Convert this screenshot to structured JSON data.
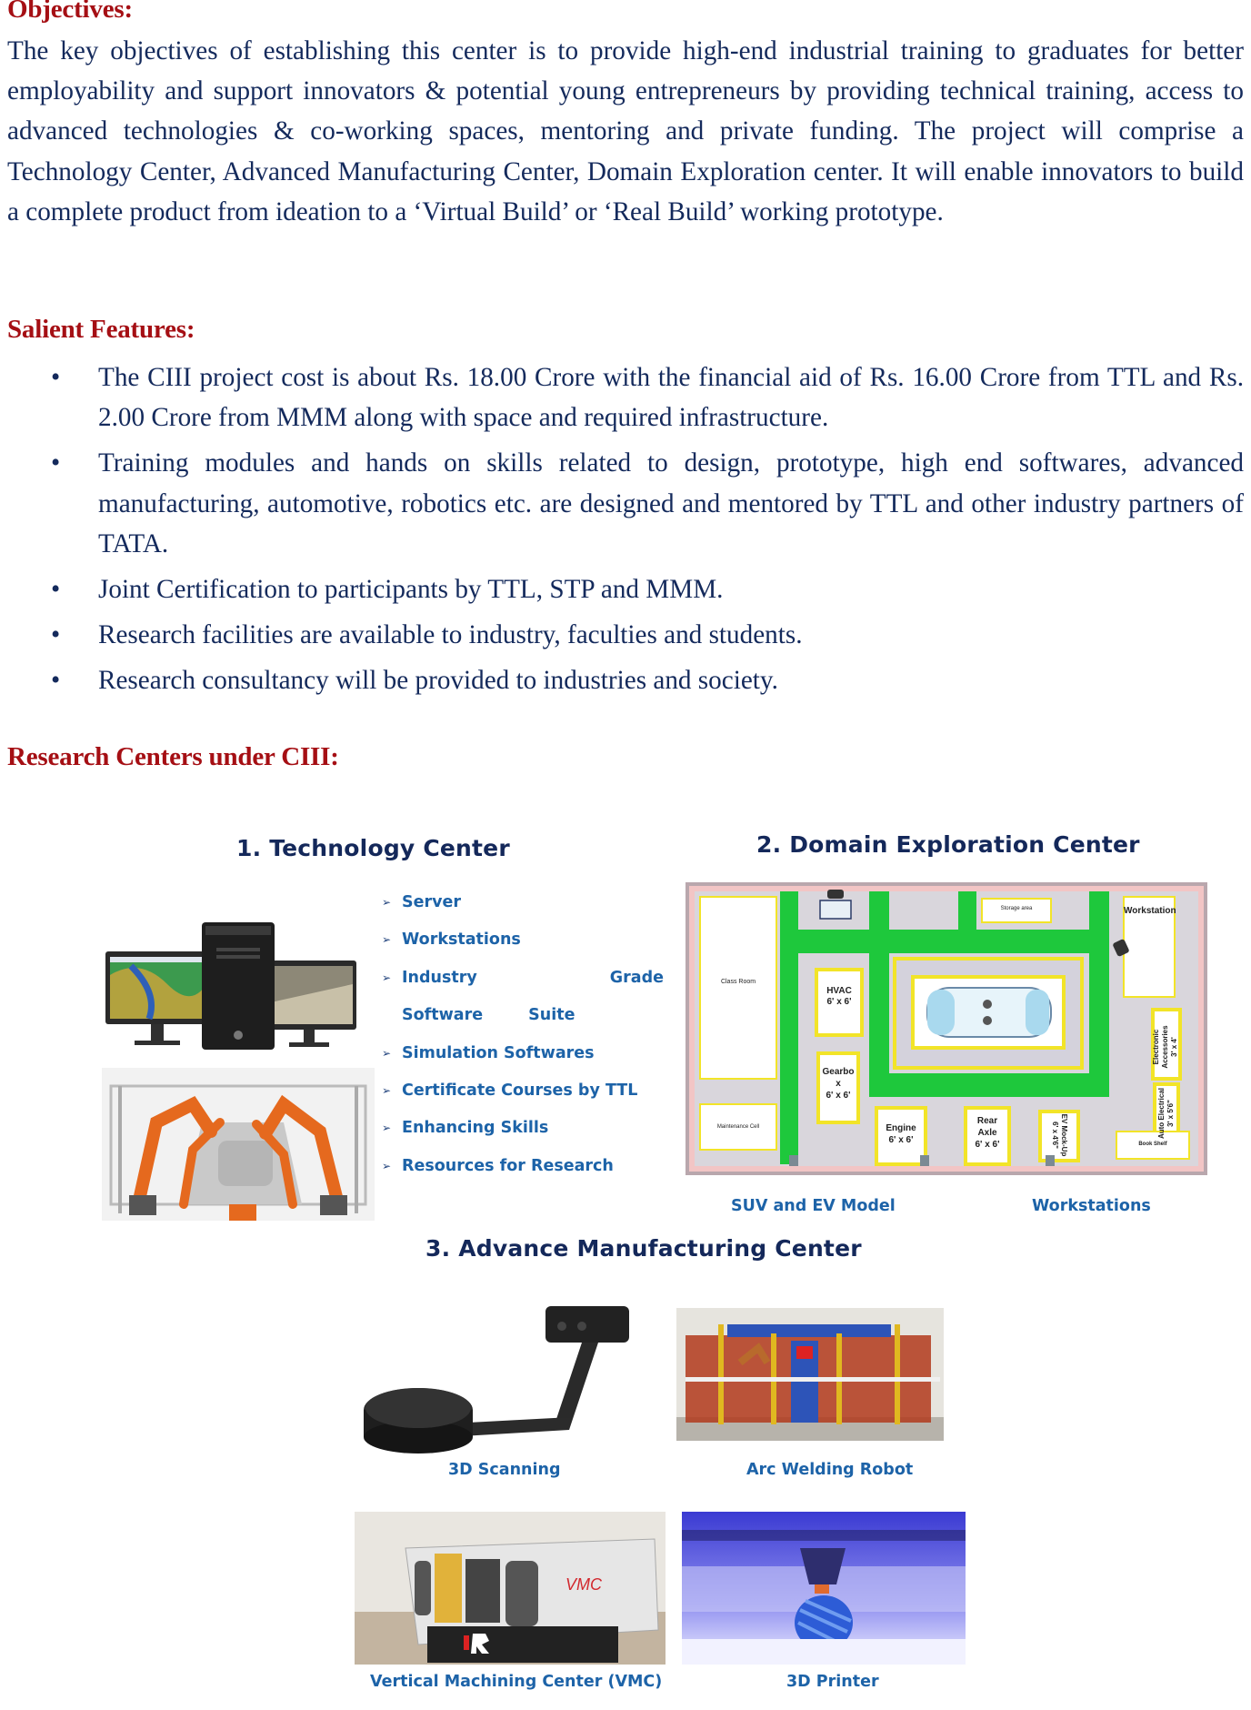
{
  "objectives": {
    "heading": "Objectives:",
    "text": "The key objectives of establishing this center is to provide high-end industrial training to graduates for better employability and support innovators & potential young entrepreneurs by providing technical training, access to advanced technologies & co-working spaces, mentoring and private funding. The project will comprise a Technology Center, Advanced Manufacturing Center, Domain Exploration center. It will enable innovators to build a complete product from ideation to a ‘Virtual Build’ or ‘Real Build’ working prototype."
  },
  "salient_features": {
    "heading": "Salient Features:",
    "bullet_glyph": "•",
    "items": [
      "The CIII project cost is about Rs. 18.00 Crore with the financial aid of Rs. 16.00 Crore from TTL and Rs. 2.00 Crore from MMM along with space and required infrastructure.",
      "Training modules and hands on skills related to design, prototype, high end softwares, advanced manufacturing, automotive, robotics etc. are designed and mentored by TTL and other industry partners of TATA.",
      "Joint Certification to participants by TTL, STP and MMM.",
      "Research facilities are available to industry, faculties and students.",
      "Research consultancy will be provided to industries and society."
    ]
  },
  "research_centers": {
    "heading": "Research Centers under CIII:",
    "technology_center": {
      "title": "1. Technology Center",
      "arrow_glyph": "➢",
      "items": [
        "Server",
        "Workstations",
        "Industry Grade Software Suite",
        "Simulation Softwares",
        "Certificate Courses by TTL",
        "Enhancing Skills",
        "Resources for Research"
      ],
      "images": [
        "workstation-and-monitors-photo",
        "robotic-assembly-line-render"
      ]
    },
    "domain_exploration_center": {
      "title": "2. Domain Exploration Center",
      "floor_plan_labels": {
        "class_room": "Class Room",
        "maintenance_cell": "Maintenance Cell",
        "storage_area": "Storage area",
        "workstation": "Workstation",
        "hvac": [
          "HVAC",
          "6' x 6'"
        ],
        "gearbox": [
          "Gearbo",
          "x",
          "6' x 6'"
        ],
        "engine": [
          "Engine",
          "6' x 6'"
        ],
        "rear_axle": [
          "Rear",
          "Axle",
          "6' x 6'"
        ],
        "ev_mockup": [
          "EV",
          "Mock-",
          "Up",
          "6' x 4'6\""
        ],
        "electronic_accessories": [
          "Electronic",
          "Accessories",
          "3' x 4'"
        ],
        "auto_electrical": [
          "Auto Electrical",
          "3' x 5'6\""
        ],
        "book_shelf": "Book Shelf"
      },
      "captions": [
        "SUV and EV Model",
        "Workstations"
      ]
    },
    "advance_manufacturing_center": {
      "title": "3. Advance Manufacturing Center",
      "items": [
        {
          "label": "3D Scanning"
        },
        {
          "label": "Arc Welding Robot"
        },
        {
          "label": "Vertical Machining Center (VMC)",
          "machine_text": "VMC"
        },
        {
          "label": "3D Printer"
        }
      ]
    }
  },
  "colors": {
    "heading_red": "#a50f14",
    "body_navy": "#142a5c",
    "title_navy": "#14285a",
    "list_blue": "#1d63a8",
    "floor_green": "#1ec83c",
    "floor_yellow": "#f2e428"
  }
}
